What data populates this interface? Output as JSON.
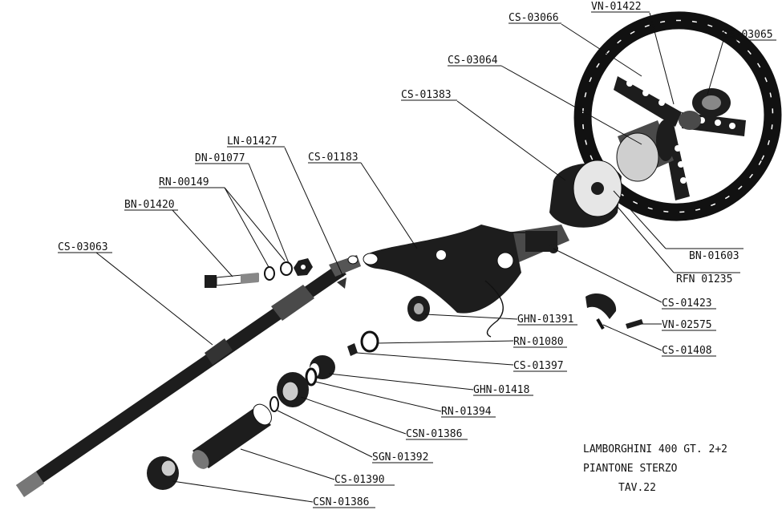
{
  "title_block": {
    "line1": "LAMBORGHINI 400 GT. 2+2",
    "line2": "PIANTONE  STERZO",
    "line3": "TAV.22"
  },
  "labels": {
    "cs03066": "CS-03066",
    "vn01422": "VN-01422",
    "cs03065": "CS-03065",
    "cs03064": "CS-03064",
    "cs01383": "CS-01383",
    "ln01427": "LN-01427",
    "dn01077": "DN-01077",
    "rn00149": "RN-00149",
    "bn01420": "BN-01420",
    "cs01183": "CS-01183",
    "cs03063": "CS-03063",
    "bn01603": "BN-01603",
    "rfn01235": "RFN 01235",
    "cs01423": "CS-01423",
    "ghn01391": "GHN-01391",
    "vn02575": "VN-02575",
    "rn01080": "RN-01080",
    "cs01408": "CS-01408",
    "cs01397": "CS-01397",
    "ghn01418": "GHN-01418",
    "rn01394": "RN-01394",
    "csn01386a": "CSN-01386",
    "sgn01392": "SGN-01392",
    "cs01390": "CS-01390",
    "csn01386b": "CSN-01386"
  }
}
